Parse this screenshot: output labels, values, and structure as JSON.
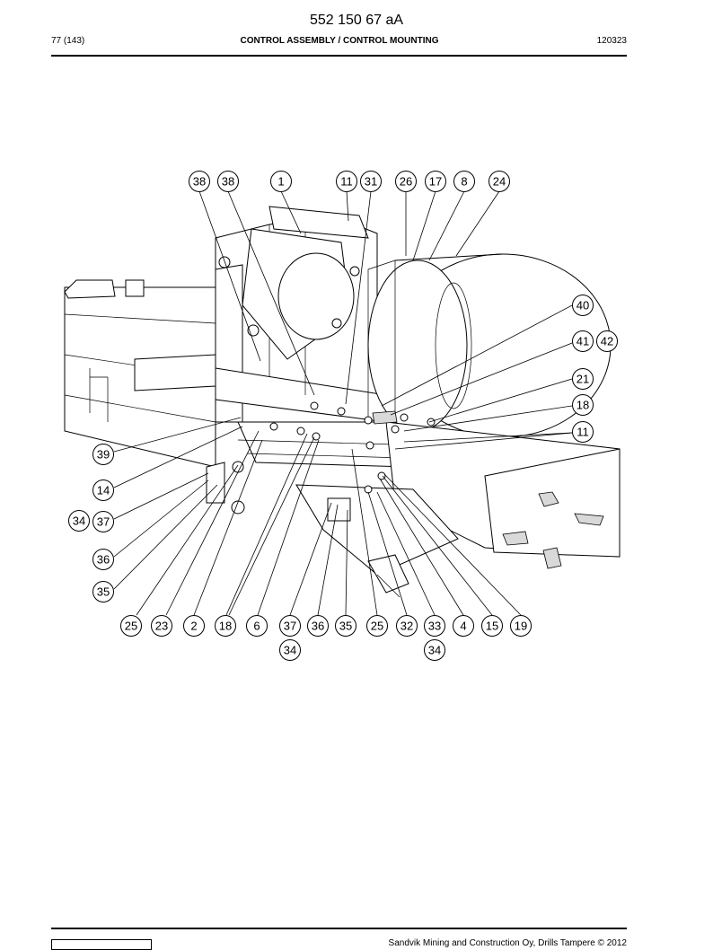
{
  "header": {
    "doc_number": "552 150 67 aA",
    "page_ref": "77 (143)",
    "section_title": "CONTROL ASSEMBLY / CONTROL MOUNTING",
    "date_code": "120323"
  },
  "footer": {
    "copyright": "Sandvik Mining and Construction Oy, Drills Tampere © 2012"
  },
  "callouts": [
    {
      "id": "c1",
      "label": "38"
    },
    {
      "id": "c2",
      "label": "38"
    },
    {
      "id": "c3",
      "label": "1"
    },
    {
      "id": "c4",
      "label": "11"
    },
    {
      "id": "c5",
      "label": "31"
    },
    {
      "id": "c6",
      "label": "26"
    },
    {
      "id": "c7",
      "label": "17"
    },
    {
      "id": "c8",
      "label": "8"
    },
    {
      "id": "c9",
      "label": "24"
    },
    {
      "id": "c10",
      "label": "40"
    },
    {
      "id": "c11",
      "label": "41"
    },
    {
      "id": "c12",
      "label": "42"
    },
    {
      "id": "c13",
      "label": "21"
    },
    {
      "id": "c14",
      "label": "18"
    },
    {
      "id": "c15",
      "label": "11"
    },
    {
      "id": "c16",
      "label": "39"
    },
    {
      "id": "c17",
      "label": "14"
    },
    {
      "id": "c18",
      "label": "34"
    },
    {
      "id": "c19",
      "label": "37"
    },
    {
      "id": "c20",
      "label": "36"
    },
    {
      "id": "c21",
      "label": "35"
    },
    {
      "id": "c22",
      "label": "25"
    },
    {
      "id": "c23",
      "label": "23"
    },
    {
      "id": "c24",
      "label": "2"
    },
    {
      "id": "c25",
      "label": "18"
    },
    {
      "id": "c26",
      "label": "6"
    },
    {
      "id": "c27",
      "label": "37"
    },
    {
      "id": "c28",
      "label": "36"
    },
    {
      "id": "c29",
      "label": "35"
    },
    {
      "id": "c30",
      "label": "25"
    },
    {
      "id": "c31",
      "label": "32"
    },
    {
      "id": "c32",
      "label": "33"
    },
    {
      "id": "c33",
      "label": "4"
    },
    {
      "id": "c34",
      "label": "15"
    },
    {
      "id": "c35",
      "label": "19"
    },
    {
      "id": "c36",
      "label": "34"
    },
    {
      "id": "c37",
      "label": "34"
    }
  ]
}
